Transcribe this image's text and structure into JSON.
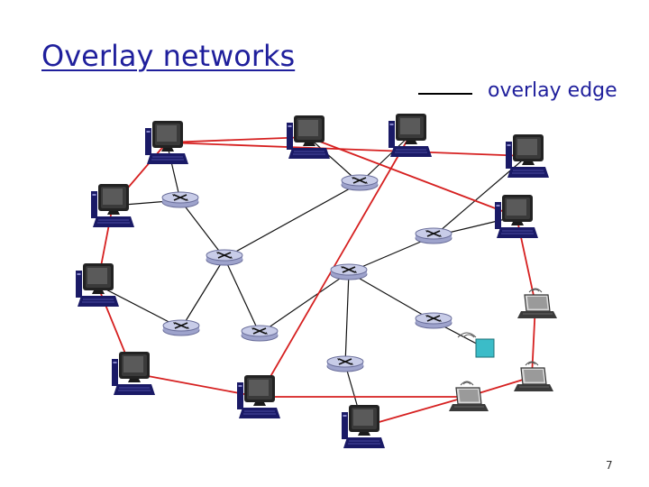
{
  "slide": {
    "title": "Overlay networks",
    "legend": {
      "label": "overlay edge",
      "line_color": "#000000"
    },
    "page_number": "7"
  },
  "colors": {
    "overlay_edge": "#d62020",
    "physical_link": "#111111",
    "router_fill": "#c8cce8",
    "router_stroke": "#6a6e9a",
    "access_point": "#3bbcc8",
    "title_text": "#1f1f9c"
  },
  "icons": {
    "host": "desktop-computer-icon",
    "router": "router-icon",
    "laptop": "laptop-icon",
    "access_point": "wireless-access-point-icon"
  }
}
